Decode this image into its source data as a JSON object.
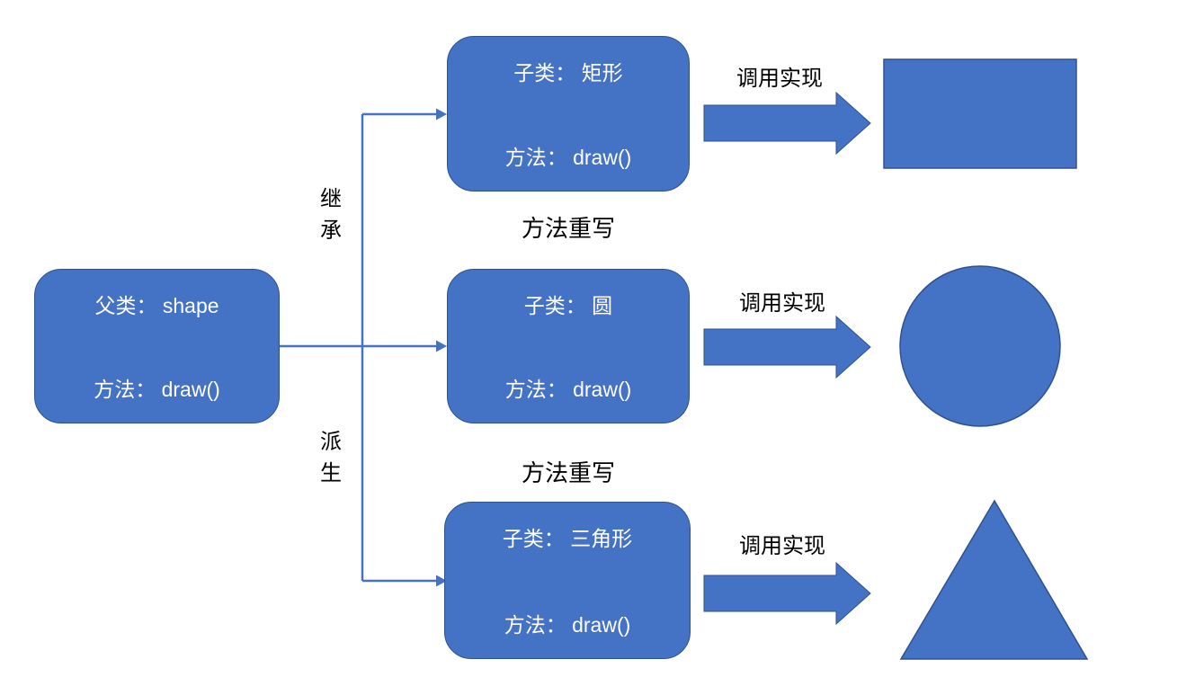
{
  "colors": {
    "shape_fill": "#4472C4",
    "shape_border": "#2F528F",
    "connector": "#4472C4",
    "text_on_shape": "#FFFFFF",
    "label_text": "#000000",
    "background": "#FFFFFF"
  },
  "parent_box": {
    "line1": "父类： shape",
    "line2": "方法： draw()"
  },
  "child_boxes": [
    {
      "line1": "子类： 矩形",
      "line2": "方法： draw()",
      "result_shape": "rectangle"
    },
    {
      "line1": "子类： 圆",
      "line2": "方法： draw()",
      "result_shape": "circle"
    },
    {
      "line1": "子类： 三角形",
      "line2": "方法： draw()",
      "result_shape": "triangle"
    }
  ],
  "connector_labels": {
    "inherit": "继承",
    "derive": "派生"
  },
  "override_labels": [
    "方法重写",
    "方法重写"
  ],
  "arrow_labels": [
    "调用实现",
    "调用实现",
    "调用实现"
  ]
}
